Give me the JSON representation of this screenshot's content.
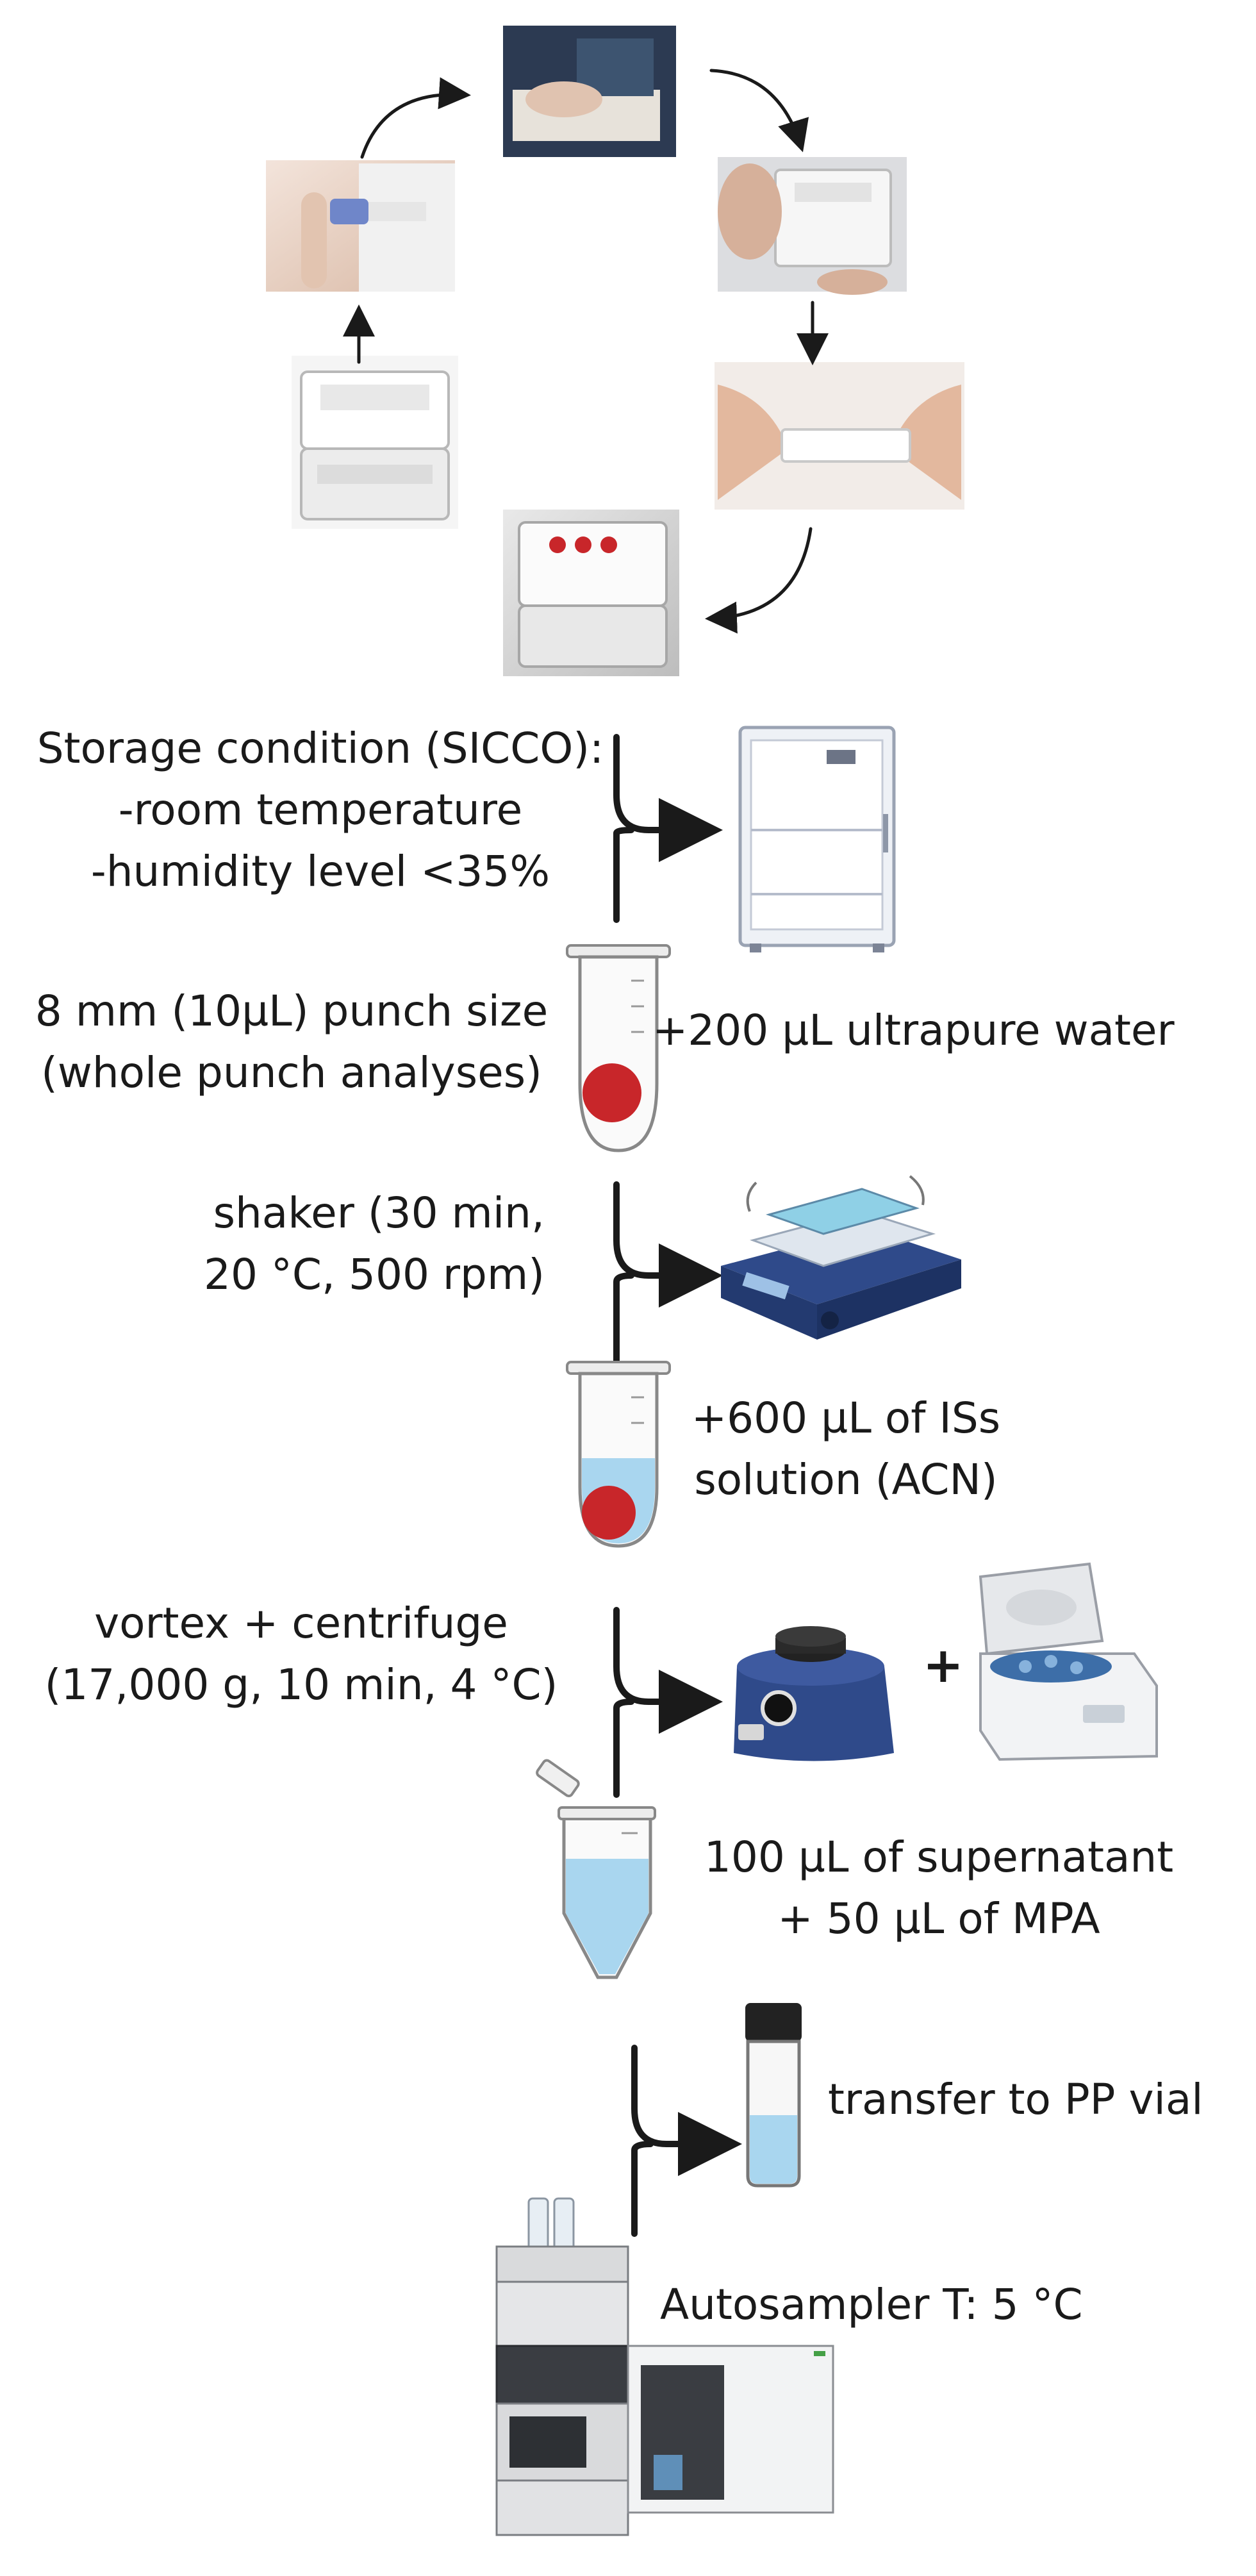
{
  "steps": {
    "storage": {
      "line1": "Storage condition (SICCO):",
      "line2": "-room temperature",
      "line3": "-humidity level <35%"
    },
    "punch": {
      "line1": "8 mm (10µL) punch size",
      "line2": "(whole punch analyses)"
    },
    "water": {
      "text": "+200 µL ultrapure water"
    },
    "shaker": {
      "line1": "shaker (30 min,",
      "line2": "20 °C, 500 rpm)"
    },
    "iss": {
      "line1": "+600 µL of ISs",
      "line2": "solution (ACN)"
    },
    "vortex": {
      "line1": "vortex + centrifuge",
      "line2": "(17,000 g, 10 min, 4 °C)"
    },
    "plus_sign": "+",
    "supernatant": {
      "line1": "100 µL of supernatant",
      "line2": "+ 50 µL of MPA"
    },
    "transfer": {
      "text": "transfer to PP vial"
    },
    "autosampler": {
      "text": "Autosampler T: 5 °C"
    }
  },
  "icons": {
    "photos": [
      "dbs-card-closed-photo",
      "finger-prick-photo",
      "blood-drop-on-card-photo",
      "card-handling-photo",
      "card-folding-photo",
      "blood-spots-card-photo"
    ],
    "equipment": [
      "desiccator-cabinet-icon",
      "tube-with-blood-spot-icon",
      "plate-shaker-icon",
      "tube-with-solution-icon",
      "vortex-mixer-icon",
      "centrifuge-icon",
      "conical-tube-icon",
      "pp-vial-icon",
      "lc-ms-system-icon"
    ]
  },
  "colors": {
    "blood": "#c8262a",
    "liquid": "#a9d6ef",
    "device_blue": "#2f4a8a",
    "arrow": "#1a1a1a"
  }
}
